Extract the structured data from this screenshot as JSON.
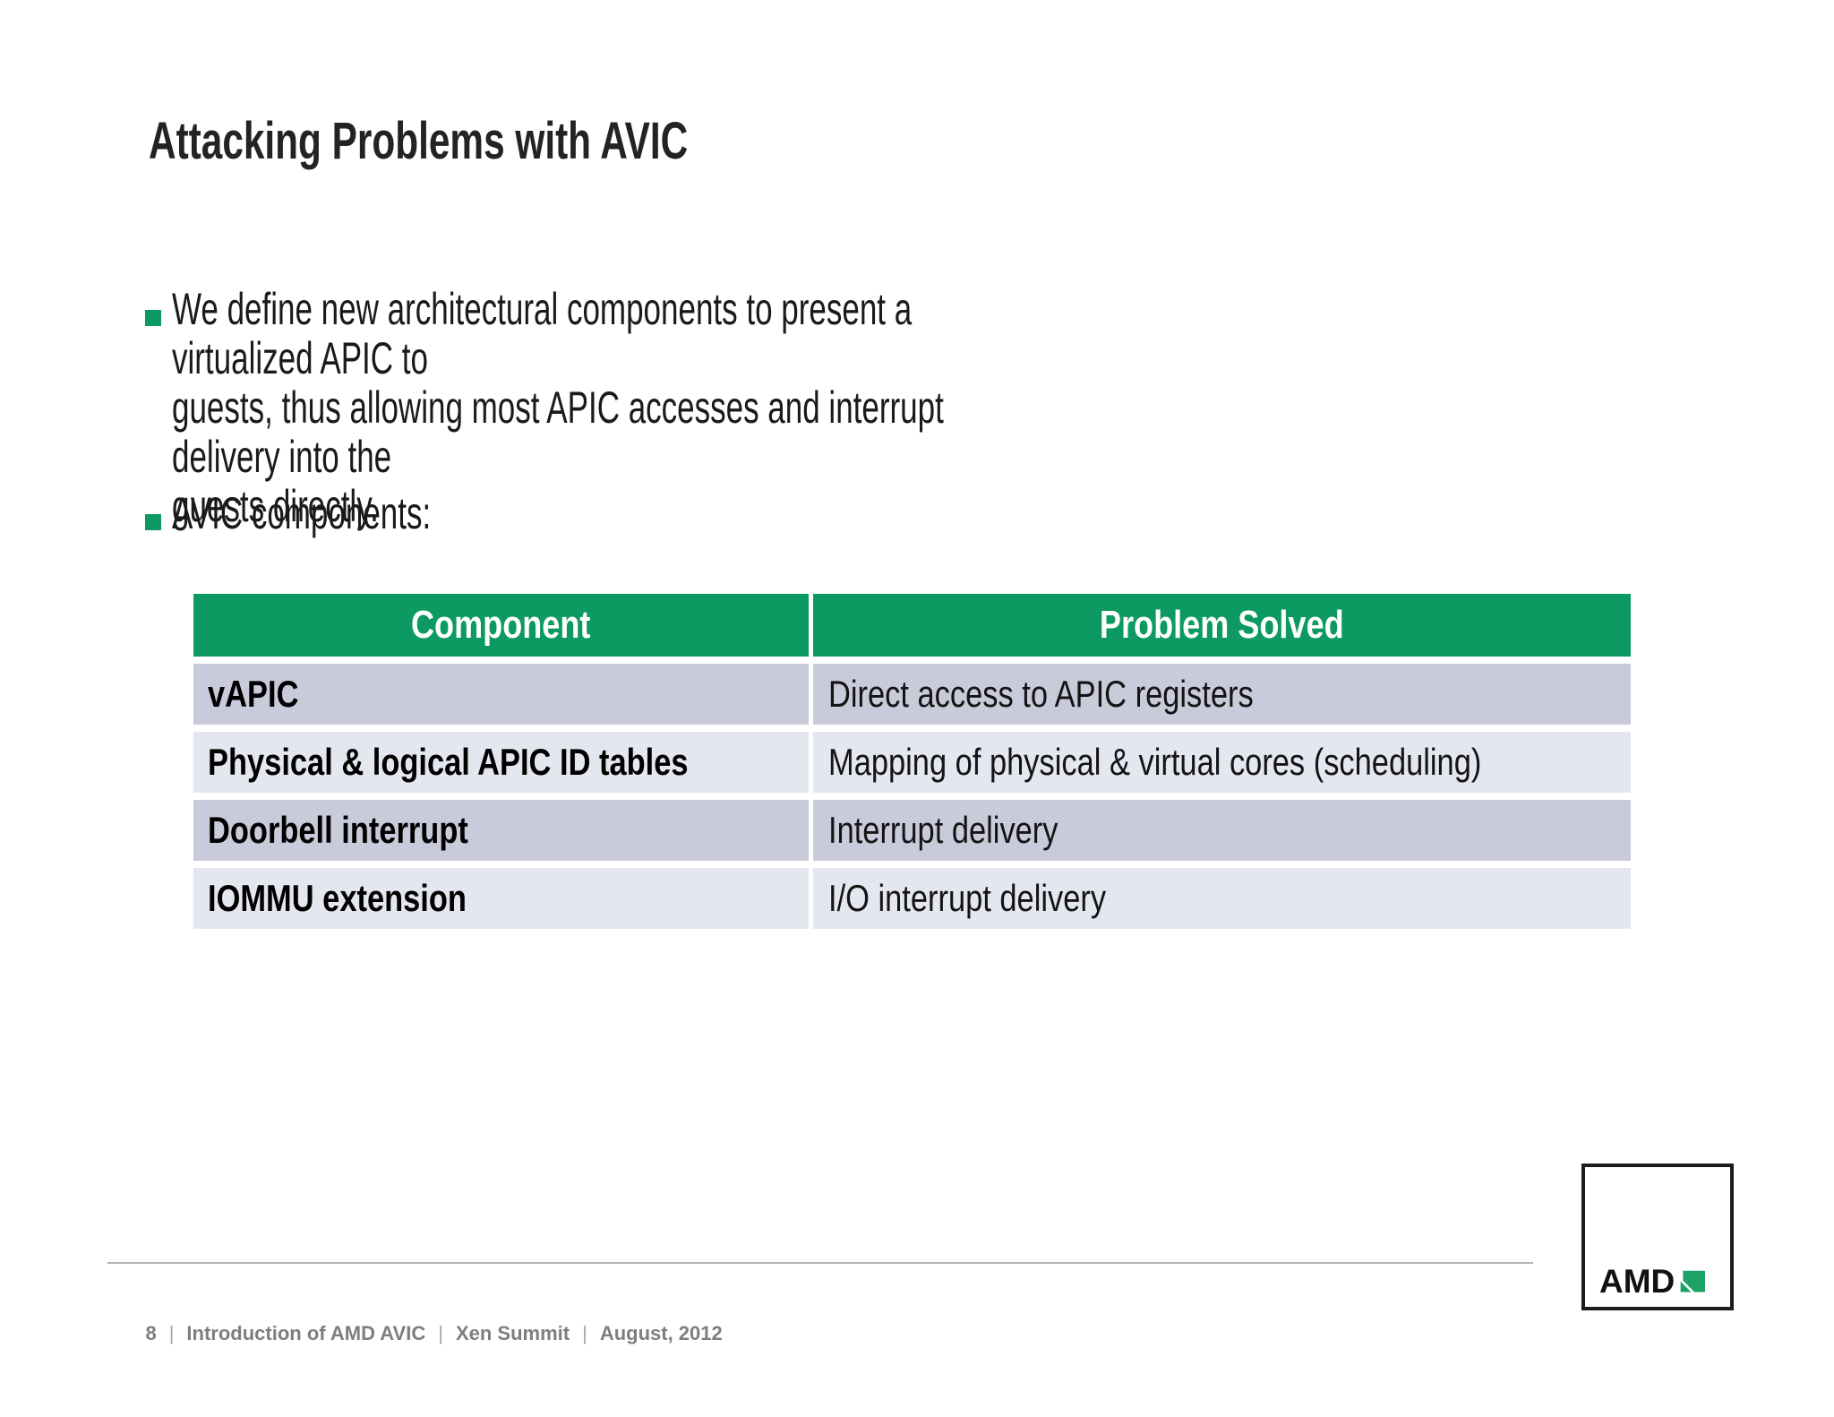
{
  "slide": {
    "title": "Attacking Problems with AVIC",
    "bullets": [
      {
        "text": "We define new architectural components to present a virtualized APIC to\nguests, thus allowing most APIC accesses and interrupt delivery into the\nguests directly."
      },
      {
        "text": "AVIC components:"
      }
    ],
    "table": {
      "columns": [
        "Component",
        "Problem Solved"
      ],
      "rows": [
        {
          "component": "vAPIC",
          "problem": "Direct access to APIC registers"
        },
        {
          "component": "Physical & logical APIC ID tables",
          "problem": "Mapping of physical & virtual cores (scheduling)"
        },
        {
          "component": "Doorbell interrupt",
          "problem": "Interrupt delivery"
        },
        {
          "component": "IOMMU extension",
          "problem": "I/O interrupt delivery"
        }
      ]
    },
    "footer": {
      "page_number": "8",
      "separator": "|",
      "items": [
        "Introduction of AMD AVIC",
        "Xen Summit",
        "August, 2012"
      ]
    },
    "logo": {
      "text": "AMD"
    },
    "colors": {
      "accent_green": "#0c9a62",
      "logo_arrow_green": "#1da266",
      "row_dark": "#c9cbdb",
      "row_light": "#e5e7f0",
      "footer_gray": "#7e7e7e"
    }
  }
}
